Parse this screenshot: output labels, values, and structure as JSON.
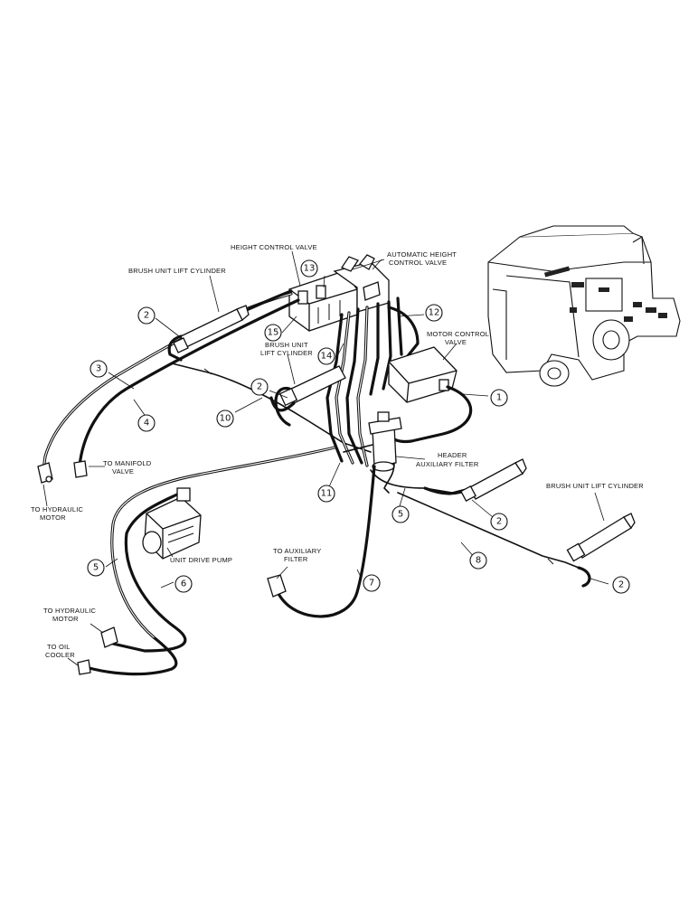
{
  "labels": {
    "height_control_valve": "HEIGHT CONTROL VALVE",
    "automatic_height_control_valve_1": "AUTOMATIC HEIGHT",
    "automatic_height_control_valve_2": "CONTROL VALVE",
    "brush_unit_lift_cylinder_top": "BRUSH UNIT LIFT CYLINDER",
    "brush_unit_lift_cylinder_mid_1": "BRUSH UNIT",
    "brush_unit_lift_cylinder_mid_2": "LIFT CYLINDER",
    "motor_control_valve_1": "MOTOR CONTROL",
    "motor_control_valve_2": "VALVE",
    "header_auxiliary_filter_1": "HEADER",
    "header_auxiliary_filter_2": "AUXILIARY FILTER",
    "brush_unit_lift_cylinder_right": "BRUSH UNIT LIFT CYLINDER",
    "to_manifold_valve_1": "TO MANIFOLD",
    "to_manifold_valve_2": "VALVE",
    "to_hydraulic_motor_left_1": "TO HYDRAULIC",
    "to_hydraulic_motor_left_2": "MOTOR",
    "unit_drive_pump": "UNIT DRIVE PUMP",
    "to_auxiliary_filter_1": "TO AUXILIARY",
    "to_auxiliary_filter_2": "FILTER",
    "to_hydraulic_motor_bottom_1": "TO HYDRAULIC",
    "to_hydraulic_motor_bottom_2": "MOTOR",
    "to_oil_cooler_1": "TO OIL",
    "to_oil_cooler_2": "COOLER"
  },
  "callouts": {
    "c1": "1",
    "c2_top": "2",
    "c2_mid": "2",
    "c2_right_a": "2",
    "c2_right_b": "2",
    "c3": "3",
    "c4": "4",
    "c5_left": "5",
    "c5_mid": "5",
    "c6": "6",
    "c7": "7",
    "c8": "8",
    "c10": "10",
    "c11": "11",
    "c12": "12",
    "c13": "13",
    "c14": "14",
    "c15": "15"
  }
}
